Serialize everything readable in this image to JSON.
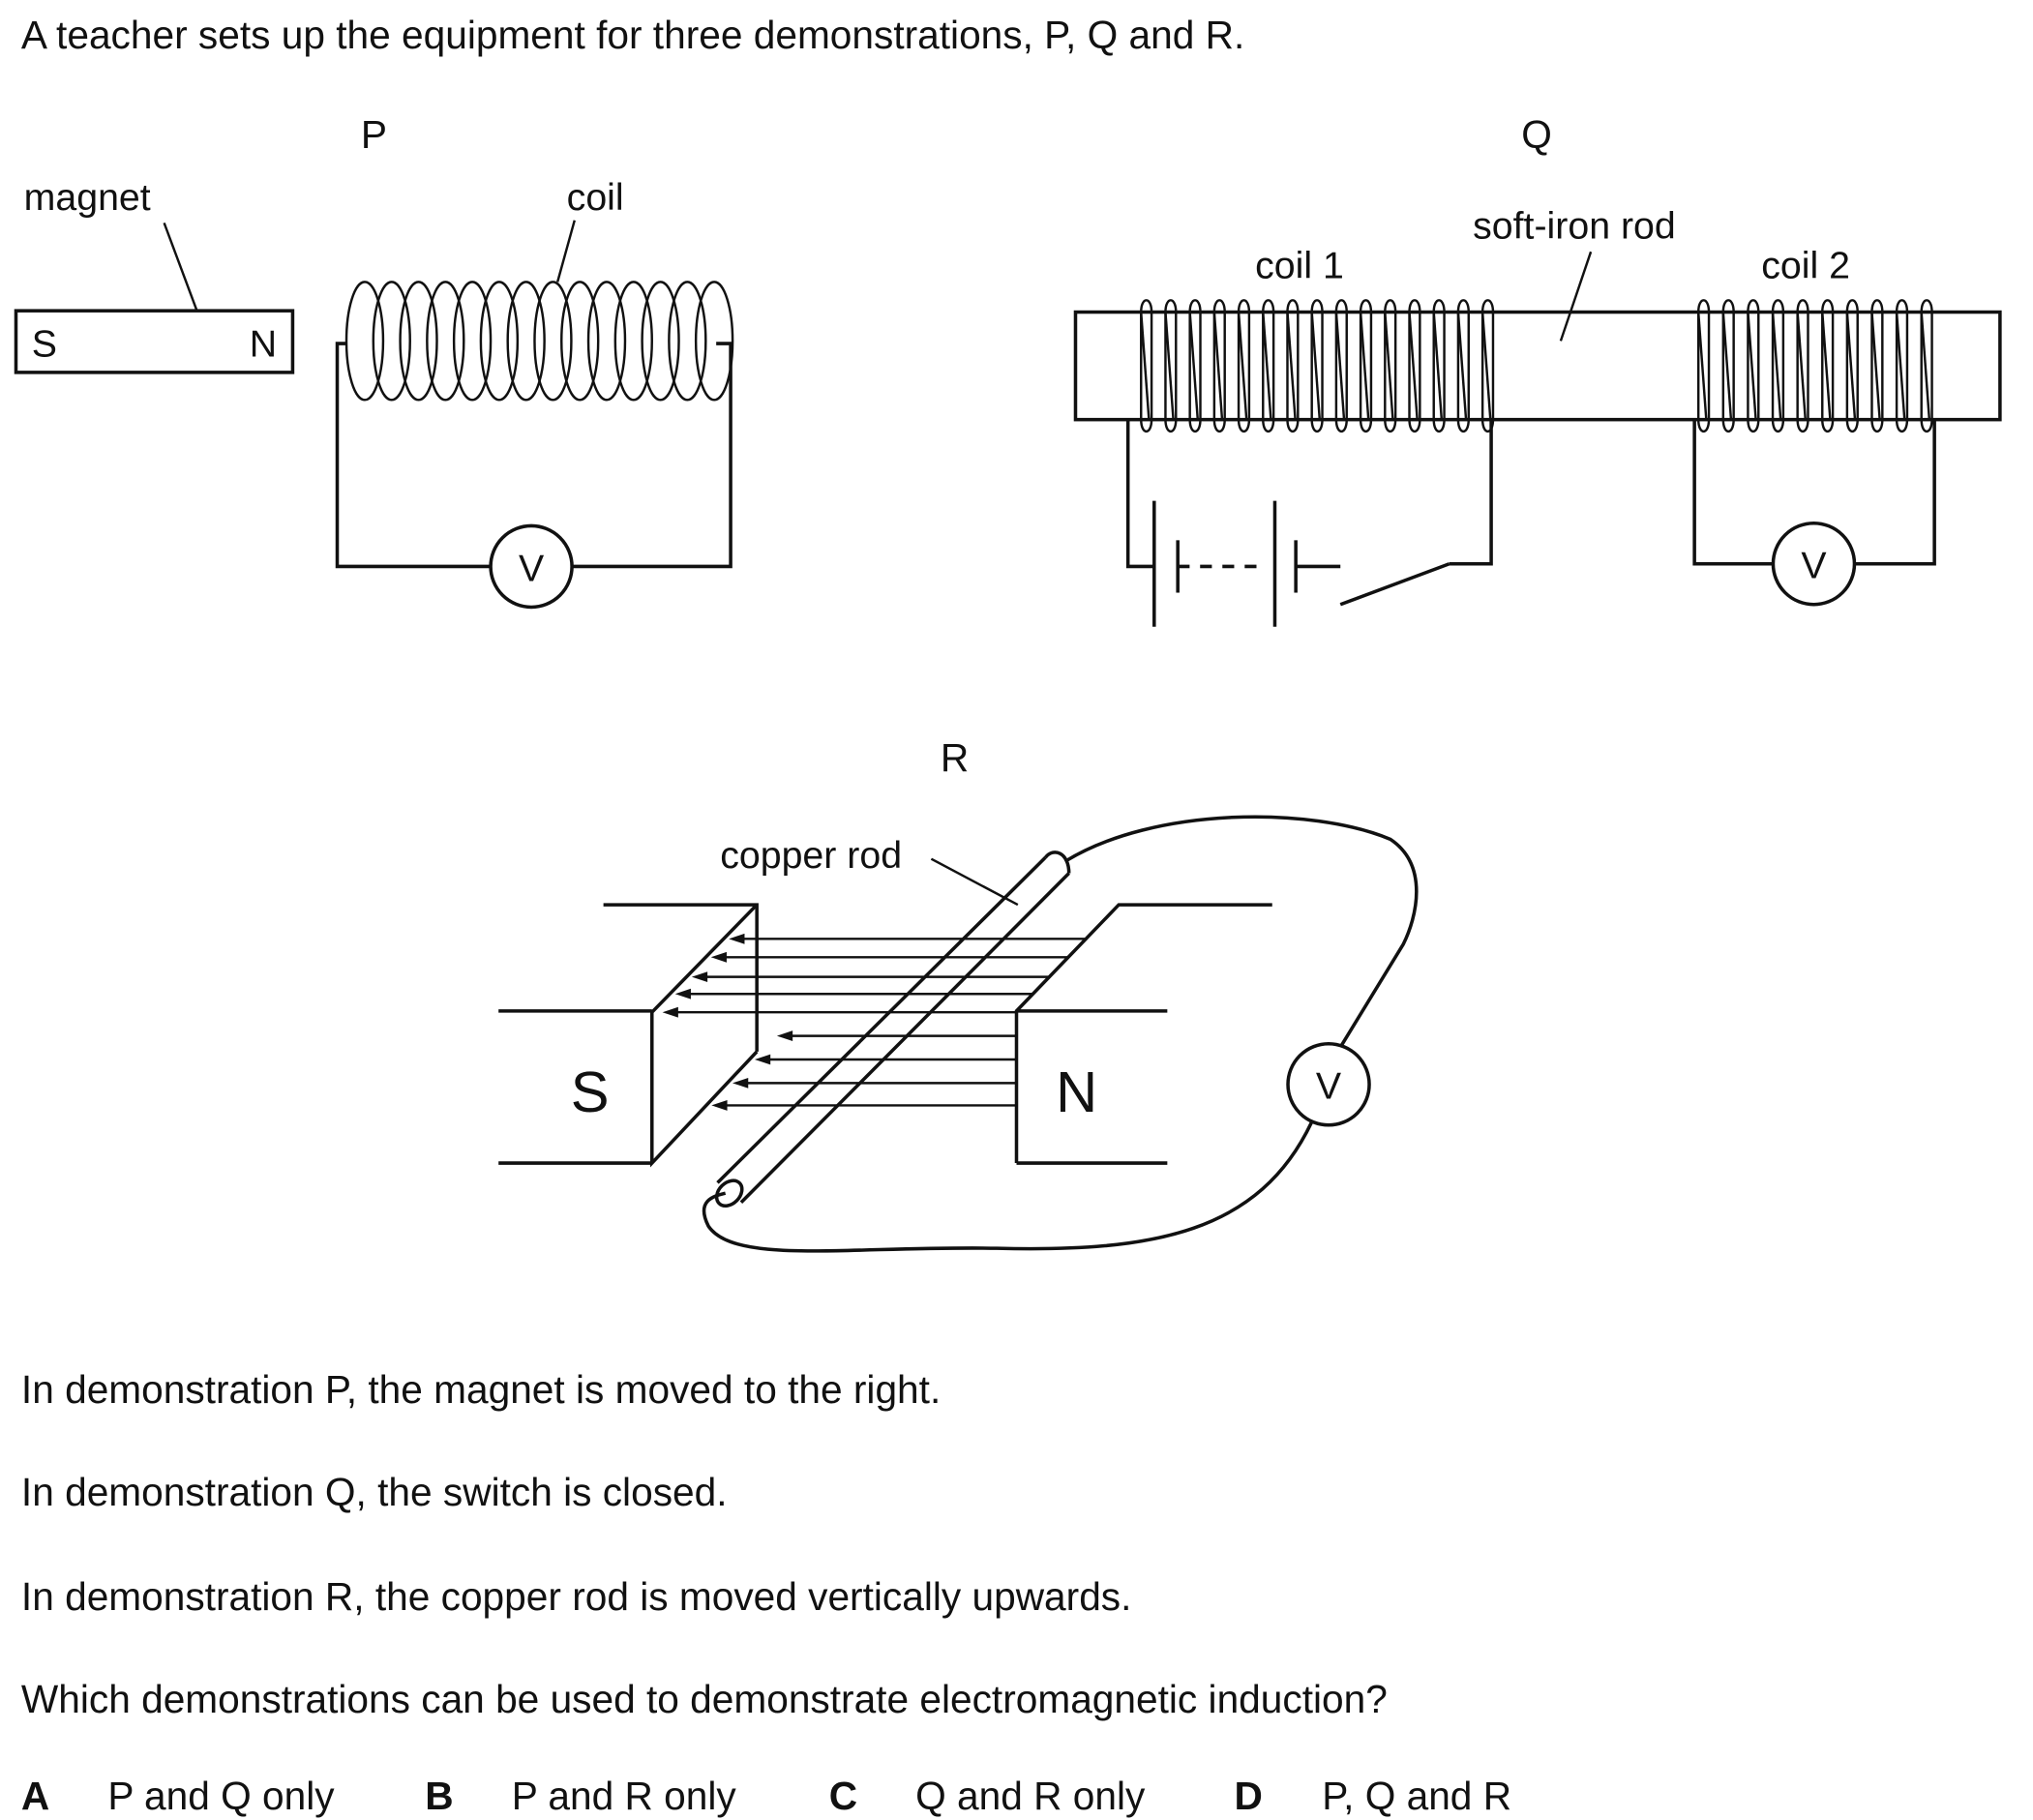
{
  "intro": "A teacher sets up the equipment for three demonstrations, P, Q and R.",
  "diagram_p": {
    "title": "P",
    "magnet_label": "magnet",
    "coil_label": "coil",
    "magnet_s": "S",
    "magnet_n": "N",
    "meter": "V"
  },
  "diagram_q": {
    "title": "Q",
    "rod_label": "soft-iron rod",
    "coil1_label": "coil 1",
    "coil2_label": "coil 2",
    "meter": "V"
  },
  "diagram_r": {
    "title": "R",
    "rod_label": "copper rod",
    "pole_s": "S",
    "pole_n": "N",
    "meter": "V"
  },
  "statements": [
    "In demonstration P, the magnet is moved to the right.",
    "In demonstration Q, the switch is closed.",
    "In demonstration R, the copper rod is moved vertically upwards."
  ],
  "question": "Which demonstrations can be used to demonstrate electromagnetic induction?",
  "options": [
    {
      "letter": "A",
      "text": "P and Q only"
    },
    {
      "letter": "B",
      "text": "P and R only"
    },
    {
      "letter": "C",
      "text": "Q and R only"
    },
    {
      "letter": "D",
      "text": "P, Q and R"
    }
  ]
}
